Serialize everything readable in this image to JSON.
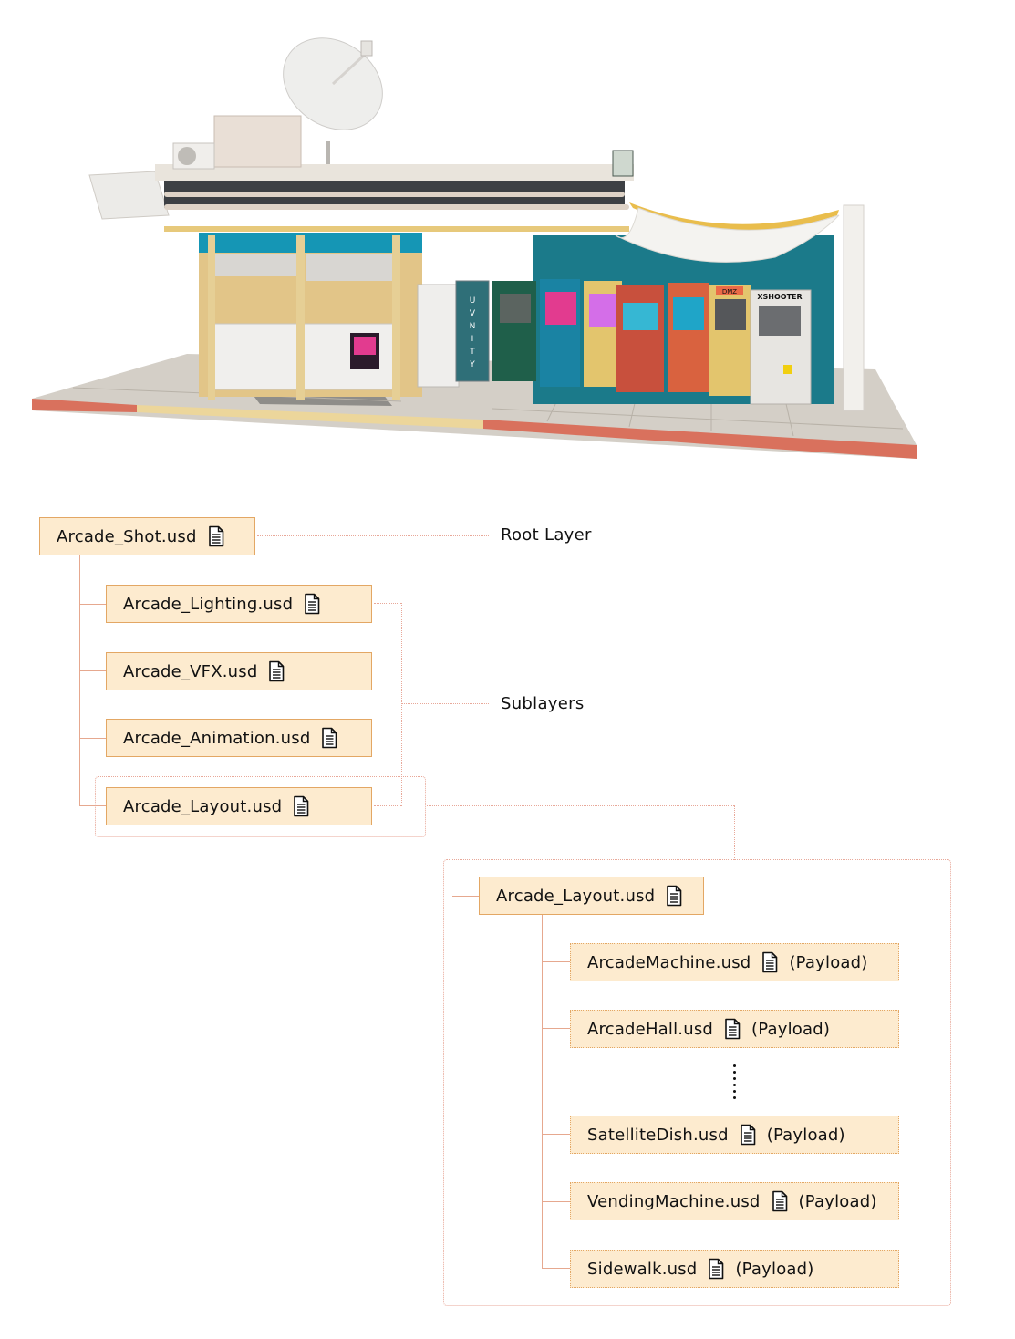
{
  "illustration": {
    "subject": "arcade-building-3d-render",
    "vending_machine_text": "UVNITY",
    "arcade_signs": [
      "DMZ",
      "XSHOOTER"
    ],
    "colors": {
      "roof": "#e9e4dc",
      "fascia": "#3d4044",
      "wall_teal": "#1b7a8a",
      "awning_teal": "#1596b5",
      "wood": "#e2c588",
      "sidewalk": "#cfcac2",
      "curb_red": "#d9715d",
      "curb_yellow": "#ecd69b",
      "cloth": "#f4f3f0",
      "cloth_yellow": "#e9bd4c"
    }
  },
  "diagram": {
    "root": {
      "label": "Arcade_Shot.usd",
      "icon": "file-icon"
    },
    "root_annotation": "Root Layer",
    "sublayers": [
      {
        "label": "Arcade_Lighting.usd",
        "icon": "file-icon"
      },
      {
        "label": "Arcade_VFX.usd",
        "icon": "file-icon"
      },
      {
        "label": "Arcade_Animation.usd",
        "icon": "file-icon"
      },
      {
        "label": "Arcade_Layout.usd",
        "icon": "file-icon"
      }
    ],
    "sublayers_annotation": "Sublayers",
    "expanded": {
      "root": {
        "label": "Arcade_Layout.usd",
        "icon": "file-icon"
      },
      "payloads": [
        {
          "label": "ArcadeMachine.usd",
          "icon": "file-icon",
          "tag": "(Payload)"
        },
        {
          "label": "ArcadeHall.usd",
          "icon": "file-icon",
          "tag": "(Payload)"
        },
        {
          "label": "SatelliteDish.usd",
          "icon": "file-icon",
          "tag": "(Payload)"
        },
        {
          "label": "VendingMachine.usd",
          "icon": "file-icon",
          "tag": "(Payload)"
        },
        {
          "label": "Sidewalk.usd",
          "icon": "file-icon",
          "tag": "(Payload)"
        }
      ],
      "ellipsis": "more payloads omitted"
    },
    "colors": {
      "node_fill": "#fdebcf",
      "node_border": "#e3a764",
      "connector": "#e6a88f",
      "dotted_connector": "#e8a899"
    }
  }
}
